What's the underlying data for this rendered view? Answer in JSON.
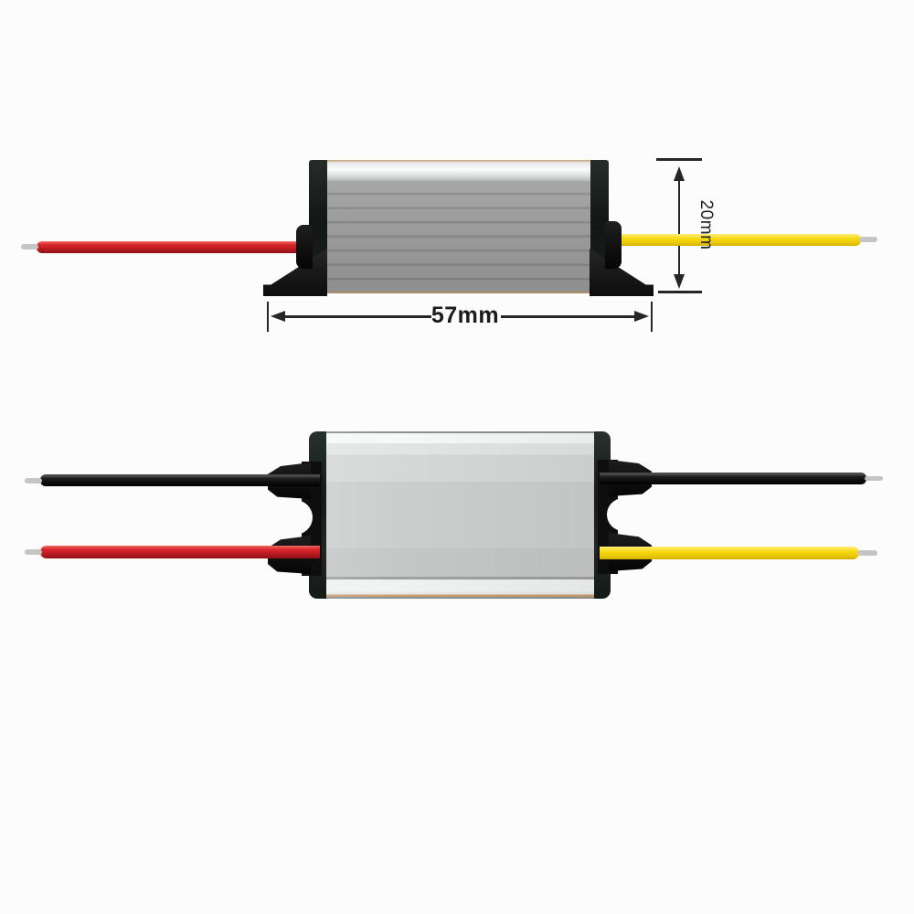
{
  "side_view": {
    "dimension_width": {
      "label": "57mm"
    },
    "dimension_height": {
      "label": "20mm"
    },
    "body": {
      "finish_hex": "#9a9a9a",
      "cap_hex": "#1a201c"
    },
    "wires": {
      "left": {
        "color_name": "red",
        "hex": "#d9262c",
        "tip_hex": "#c5c5c5"
      },
      "right": {
        "color_name": "yellow",
        "hex": "#f6d90f",
        "tip_hex": "#c5c5c5"
      }
    }
  },
  "top_view": {
    "body": {
      "finish_hex": "#cccecd",
      "edge_hex": "#1b221e"
    },
    "wires": {
      "left": [
        {
          "color_name": "black",
          "hex": "#1c1c1c",
          "tip_hex": "#c5c5c5"
        },
        {
          "color_name": "red",
          "hex": "#d9262c",
          "tip_hex": "#c5c5c5"
        }
      ],
      "right": [
        {
          "color_name": "black",
          "hex": "#1c1c1c",
          "tip_hex": "#c5c5c5"
        },
        {
          "color_name": "yellow",
          "hex": "#f6d90f",
          "tip_hex": "#c5c5c5"
        }
      ]
    }
  },
  "annotation": {
    "line_color": "#262626",
    "text_color": "#1b1b1b"
  }
}
